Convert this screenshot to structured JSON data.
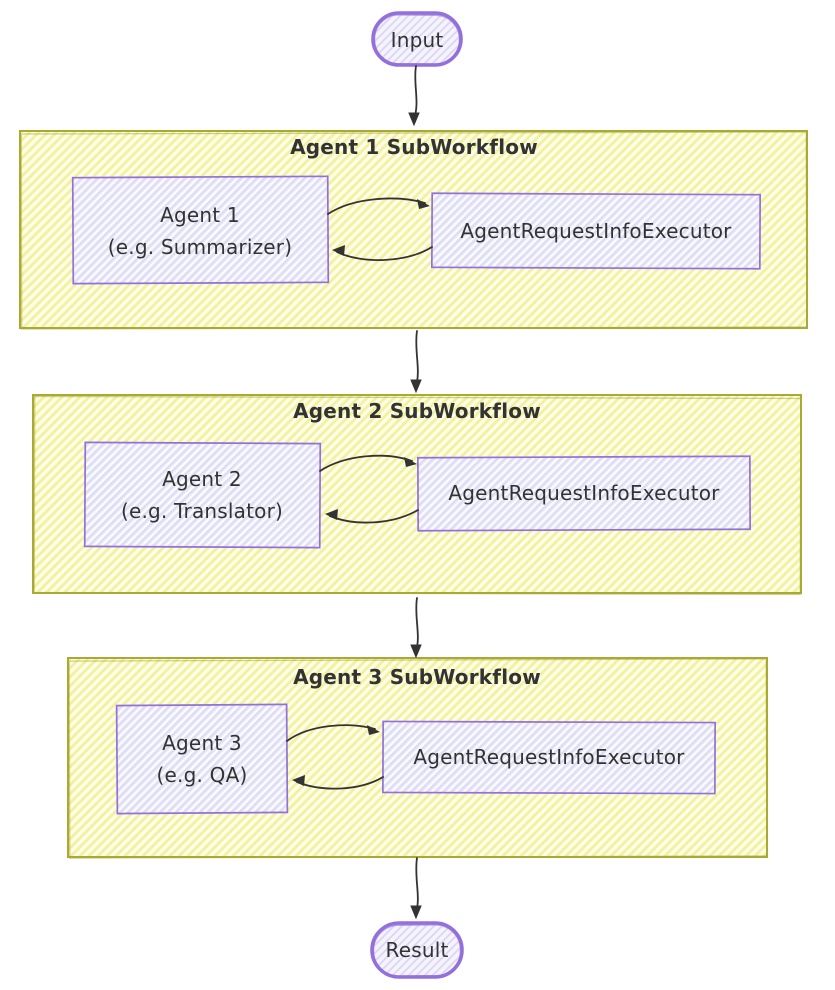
{
  "diagram": {
    "type": "flowchart",
    "start_node": {
      "label": "Input"
    },
    "end_node": {
      "label": "Result"
    },
    "subworkflows": [
      {
        "title": "Agent 1 SubWorkflow",
        "agent_line1": "Agent 1",
        "agent_line2": "(e.g. Summarizer)",
        "executor_label": "AgentRequestInfoExecutor"
      },
      {
        "title": "Agent 2 SubWorkflow",
        "agent_line1": "Agent 2",
        "agent_line2": "(e.g. Translator)",
        "executor_label": "AgentRequestInfoExecutor"
      },
      {
        "title": "Agent 3 SubWorkflow",
        "agent_line1": "Agent 3",
        "agent_line2": "(e.g. QA)",
        "executor_label": "AgentRequestInfoExecutor"
      }
    ],
    "edges": [
      {
        "from": "Input",
        "to": "Agent 1 SubWorkflow",
        "bidirectional": false
      },
      {
        "from": "Agent 1 SubWorkflow",
        "to": "Agent 2 SubWorkflow",
        "bidirectional": false
      },
      {
        "from": "Agent 2 SubWorkflow",
        "to": "Agent 3 SubWorkflow",
        "bidirectional": false
      },
      {
        "from": "Agent 3 SubWorkflow",
        "to": "Result",
        "bidirectional": false
      },
      {
        "from": "Agent 1",
        "to": "AgentRequestInfoExecutor",
        "bidirectional": true
      },
      {
        "from": "Agent 2",
        "to": "AgentRequestInfoExecutor",
        "bidirectional": true
      },
      {
        "from": "Agent 3",
        "to": "AgentRequestInfoExecutor",
        "bidirectional": true
      }
    ],
    "colors": {
      "cluster_fill": "#fdfdda",
      "cluster_hatch": "#f1f1a0",
      "cluster_border": "#aaaa33",
      "node_fill": "#e8e8f8",
      "node_border": "#9370db",
      "terminal_fill": "#f4f2fc",
      "terminal_border": "#9370db",
      "edge": "#333333",
      "text": "#333333",
      "background": "#ffffff"
    }
  }
}
